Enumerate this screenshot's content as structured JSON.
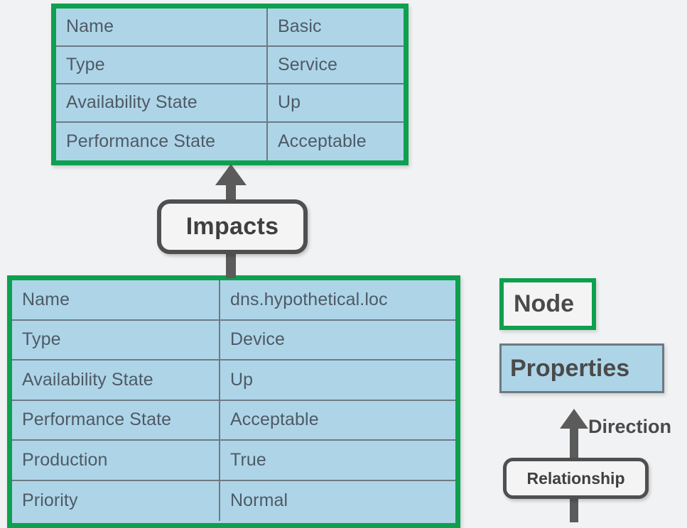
{
  "diagram": {
    "background_color": "#f1f2f4",
    "node_border_color": "#0da04f",
    "properties_fill_color": "#aed5e7",
    "relationship_border_color": "#4f4f4f",
    "text_color": "#4e5a66"
  },
  "nodes": [
    {
      "id": "service-node",
      "properties": [
        {
          "key": "Name",
          "value": "Basic"
        },
        {
          "key": "Type",
          "value": "Service"
        },
        {
          "key": "Availability State",
          "value": "Up"
        },
        {
          "key": "Performance State",
          "value": "Acceptable"
        }
      ]
    },
    {
      "id": "device-node",
      "properties": [
        {
          "key": "Name",
          "value": "dns.hypothetical.loc"
        },
        {
          "key": "Type",
          "value": "Device"
        },
        {
          "key": "Availability State",
          "value": "Up"
        },
        {
          "key": "Performance State",
          "value": "Acceptable"
        },
        {
          "key": "Production",
          "value": "True"
        },
        {
          "key": "Priority",
          "value": "Normal"
        }
      ]
    }
  ],
  "relationships": [
    {
      "id": "impacts",
      "label": "Impacts",
      "from": "device-node",
      "to": "service-node"
    }
  ],
  "legend": {
    "node_label": "Node",
    "properties_label": "Properties",
    "direction_label": "Direction",
    "relationship_label": "Relationship"
  }
}
